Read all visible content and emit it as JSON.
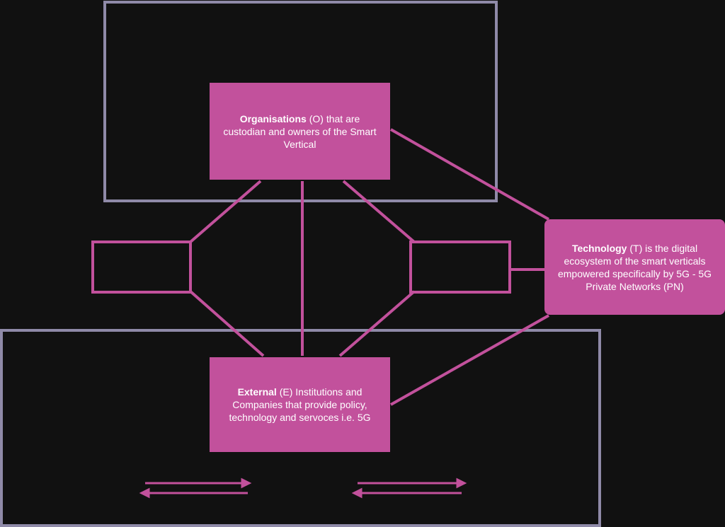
{
  "nodes": {
    "organisations": {
      "title": "Organisations",
      "text": " (O) that are custodian and owners of the Smart Vertical"
    },
    "technology": {
      "title": "Technology",
      "text": " (T) is the digital ecosystem of the smart verticals empowered specifically by 5G - 5G Private Networks (PN)"
    },
    "external": {
      "title": "External",
      "text": " (E) Institutions and Companies that provide policy, technology and servoces i.e. 5G"
    }
  },
  "colors": {
    "accent": "#c2519c",
    "frame": "#8f8aa8",
    "background": "#111111"
  }
}
